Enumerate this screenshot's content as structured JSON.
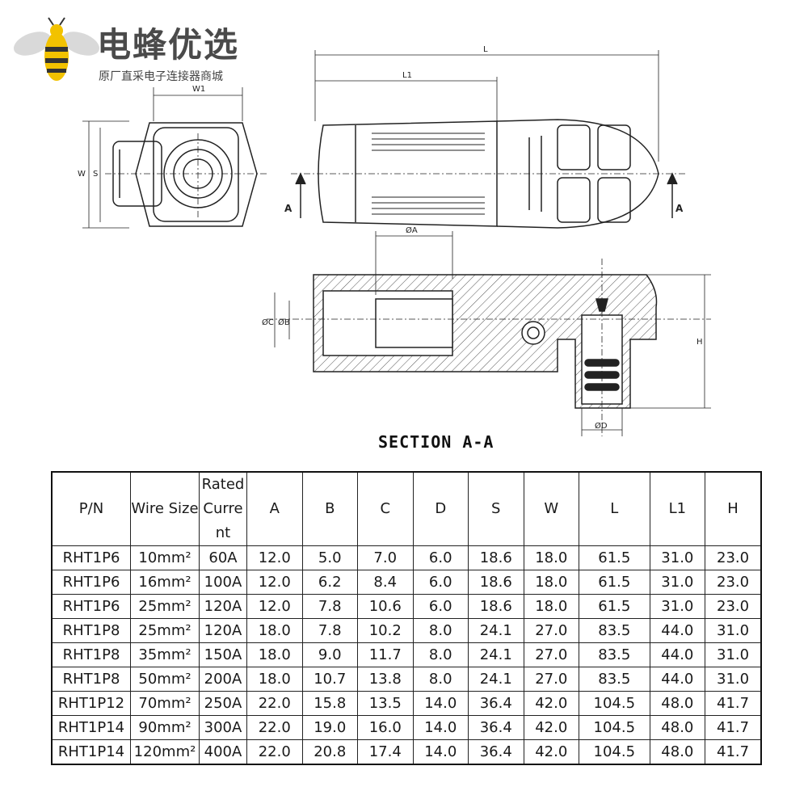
{
  "brand": {
    "name": "电蜂优选",
    "tagline": "原厂直采电子连接器商城",
    "logo_icon": "bee-icon"
  },
  "drawing": {
    "dim_labels": {
      "W1": "W1",
      "W": "W",
      "S": "S",
      "L": "L",
      "L1": "L1",
      "A_left": "A",
      "A_right": "A",
      "dia_A": "ØA",
      "dia_C": "ØC",
      "dia_B": "ØB",
      "dia_D": "ØD",
      "H": "H"
    },
    "section_title": "SECTION    A-A"
  },
  "table": {
    "headers": [
      "P/N",
      "Wire Size",
      "Rated\nCurre\nnt",
      "A",
      "B",
      "C",
      "D",
      "S",
      "W",
      "L",
      "L1",
      "H"
    ],
    "rows": [
      [
        "RHT1P6",
        "10mm²",
        "60A",
        "12.0",
        "5.0",
        "7.0",
        "6.0",
        "18.6",
        "18.0",
        "61.5",
        "31.0",
        "23.0"
      ],
      [
        "RHT1P6",
        "16mm²",
        "100A",
        "12.0",
        "6.2",
        "8.4",
        "6.0",
        "18.6",
        "18.0",
        "61.5",
        "31.0",
        "23.0"
      ],
      [
        "RHT1P6",
        "25mm²",
        "120A",
        "12.0",
        "7.8",
        "10.6",
        "6.0",
        "18.6",
        "18.0",
        "61.5",
        "31.0",
        "23.0"
      ],
      [
        "RHT1P8",
        "25mm²",
        "120A",
        "18.0",
        "7.8",
        "10.2",
        "8.0",
        "24.1",
        "27.0",
        "83.5",
        "44.0",
        "31.0"
      ],
      [
        "RHT1P8",
        "35mm²",
        "150A",
        "18.0",
        "9.0",
        "11.7",
        "8.0",
        "24.1",
        "27.0",
        "83.5",
        "44.0",
        "31.0"
      ],
      [
        "RHT1P8",
        "50mm²",
        "200A",
        "18.0",
        "10.7",
        "13.8",
        "8.0",
        "24.1",
        "27.0",
        "83.5",
        "44.0",
        "31.0"
      ],
      [
        "RHT1P12",
        "70mm²",
        "250A",
        "22.0",
        "15.8",
        "13.5",
        "14.0",
        "36.4",
        "42.0",
        "104.5",
        "48.0",
        "41.7"
      ],
      [
        "RHT1P14",
        "90mm²",
        "300A",
        "22.0",
        "19.0",
        "16.0",
        "14.0",
        "36.4",
        "42.0",
        "104.5",
        "48.0",
        "41.7"
      ],
      [
        "RHT1P14",
        "120mm²",
        "400A",
        "22.0",
        "20.8",
        "17.4",
        "14.0",
        "36.4",
        "42.0",
        "104.5",
        "48.0",
        "41.7"
      ]
    ]
  }
}
